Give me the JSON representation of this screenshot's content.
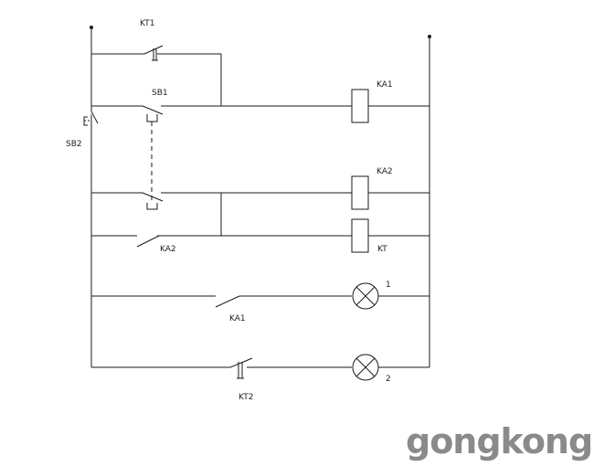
{
  "labels": {
    "kt1": "KT1",
    "sb1": "SB1",
    "sb2": "SB2",
    "ka1_coil": "KA1",
    "ka2_coil": "KA2",
    "ka2_contact": "KA2",
    "kt_coil": "KT",
    "lamp1": "1",
    "ka1_contact": "KA1",
    "lamp2": "2",
    "kt2": "KT2"
  },
  "watermark": "gongkong",
  "colors": {
    "line": "#1a1a1a",
    "background": "#ffffff",
    "watermark": "#8a8a8a"
  }
}
